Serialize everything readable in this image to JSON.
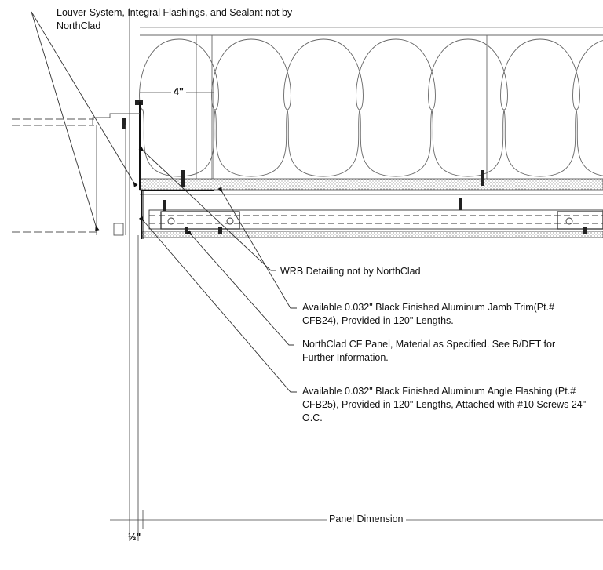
{
  "notes": {
    "louver": "Louver System, Integral Flashings, and Sealant not by NorthClad",
    "wrb": "WRB Detailing not by NorthClad",
    "jamb_trim": "Available 0.032\" Black Finished Aluminum Jamb Trim(Pt.# CFB24), Provided in 120\" Lengths.",
    "cf_panel": "NorthClad CF Panel, Material as Specified.  See B/DET for Further Information.",
    "angle_flashing": "Available 0.032\" Black Finished Aluminum Angle Flashing (Pt.# CFB25), Provided in 120\" Lengths, Attached with #10 Screws 24\" O.C."
  },
  "dimensions": {
    "offset": "4\"",
    "panel": "Panel Dimension",
    "gap": "½\""
  }
}
